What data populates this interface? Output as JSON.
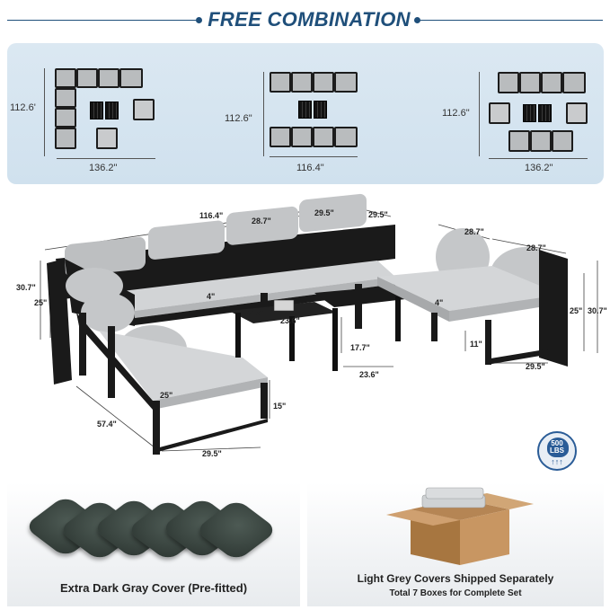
{
  "header": {
    "title": "FREE COMBINATION"
  },
  "combos": [
    {
      "width_label": "136.2\"",
      "depth_label": "112.6'"
    },
    {
      "width_label": "116.4\"",
      "depth_label": "112.6\""
    },
    {
      "width_label": "136.2\"",
      "depth_label": "112.6\""
    }
  ],
  "dimensions": {
    "overall_width": "116.4\"",
    "seat_w1": "28.7\"",
    "seat_w2": "29.5\"",
    "seat_w3": "29.5\"",
    "back_height": "30.7\"",
    "seat_height": "25\"",
    "cushion_thick": "4\"",
    "table_a": "23.6\"",
    "table_b": "23.6\"",
    "table_height": "17.7\"",
    "table_depth": "23.6\"",
    "corner_depth": "57.4\"",
    "corner_width": "29.5\"",
    "corner_seat": "25\"",
    "leg_height": "15\"",
    "right_w1": "28.7\"",
    "right_w2": "28.7\"",
    "right_back_height": "30.7\"",
    "right_seat_height": "25\"",
    "right_cushion": "4\"",
    "right_leg": "11\"",
    "right_depth": "29.5\""
  },
  "badge": {
    "line1": "500",
    "line2": "LBS",
    "icon": "weight-capacity-icon"
  },
  "bottom": {
    "cover_caption": "Extra Dark Gray Cover (Pre-fitted)",
    "ship_caption": "Light Grey Covers Shipped Separately",
    "boxes_caption": "Total 7 Boxes for Complete Set"
  },
  "colors": {
    "title": "#1f4f7a",
    "panel": "#d6e4ef",
    "frame": "#1c1c1c",
    "cushion": "#b9bcbe",
    "cover": "#3a4540"
  }
}
